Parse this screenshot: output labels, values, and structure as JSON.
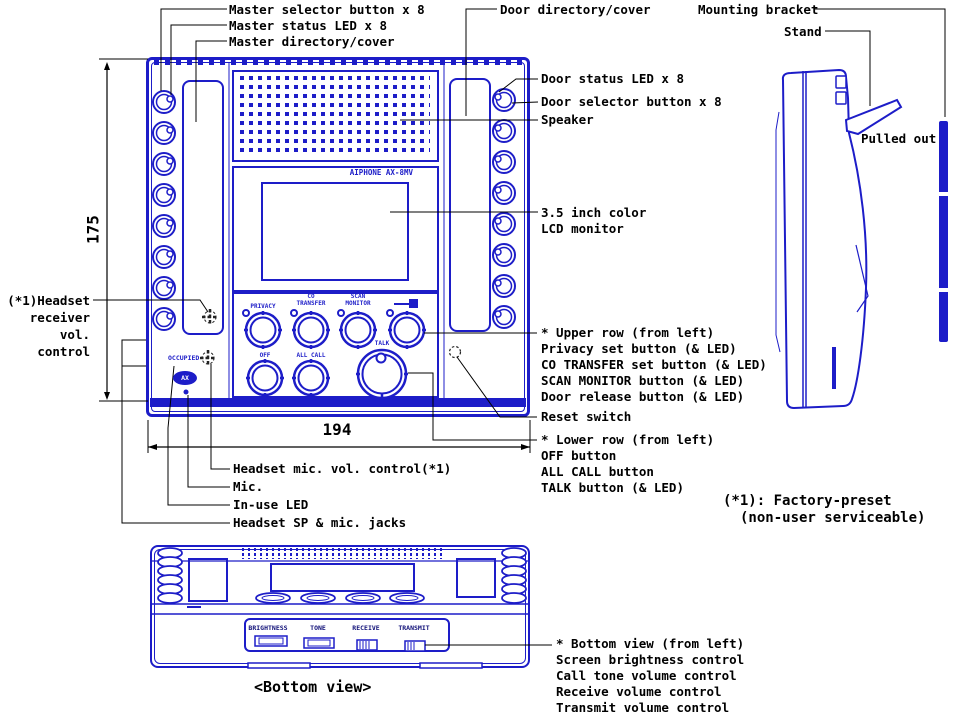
{
  "colors": {
    "line_blue": "#1d1dc8",
    "text_black": "#000000"
  },
  "front_view": {
    "brand": "AIPHONE AX-8MV",
    "panel": {
      "privacy": "PRIVACY",
      "co_1": "CO",
      "co_2": "TRANSFER",
      "scan_1": "SCAN",
      "scan_2": "MONITOR",
      "off": "OFF",
      "all_call": "ALL CALL",
      "talk": "TALK",
      "occupied": "OCCUPIED",
      "ax": "AX"
    }
  },
  "dimensions": {
    "height_mm": "175",
    "width_mm": "194"
  },
  "callouts": {
    "top_left": [
      "Master selector button x 8",
      "Master status LED x 8",
      "Master directory/cover"
    ],
    "top_center": "Door directory/cover",
    "top_right": [
      "Mounting bracket",
      "Stand"
    ],
    "right": {
      "door_status": "Door status LED x 8",
      "door_selector": "Door selector button x 8",
      "speaker": "Speaker",
      "lcd_1": "3.5 inch color",
      "lcd_2": "LCD monitor",
      "upper_header": "* Upper row (from left)",
      "upper_items": [
        "Privacy set button (& LED)",
        "CO TRANSFER set button (& LED)",
        "SCAN MONITOR button (& LED)",
        "Door release button (& LED)"
      ],
      "reset": "Reset switch",
      "lower_header": "* Lower row (from left)",
      "lower_items": [
        "OFF button",
        "ALL CALL button",
        "TALK button (& LED)"
      ]
    },
    "left": {
      "headset_receiver": [
        "(*1)Headset",
        "receiver",
        "vol.",
        "control"
      ]
    },
    "bottom_left": [
      "Headset mic. vol. control(*1)",
      "Mic.",
      "In-use LED",
      "Headset SP & mic. jacks"
    ],
    "side": {
      "pulled_out": "Pulled out"
    },
    "note_1": "(*1): Factory-preset",
    "note_2": "(non-user serviceable)",
    "bottom_right_header": "* Bottom view (from left)",
    "bottom_right_items": [
      "Screen brightness control",
      "Call tone volume control",
      "Receive volume control",
      "Transmit volume control"
    ]
  },
  "bottom_view": {
    "caption": "<Bottom view>",
    "controls": [
      "BRIGHTNESS",
      "TONE",
      "RECEIVE",
      "TRANSMIT"
    ]
  }
}
